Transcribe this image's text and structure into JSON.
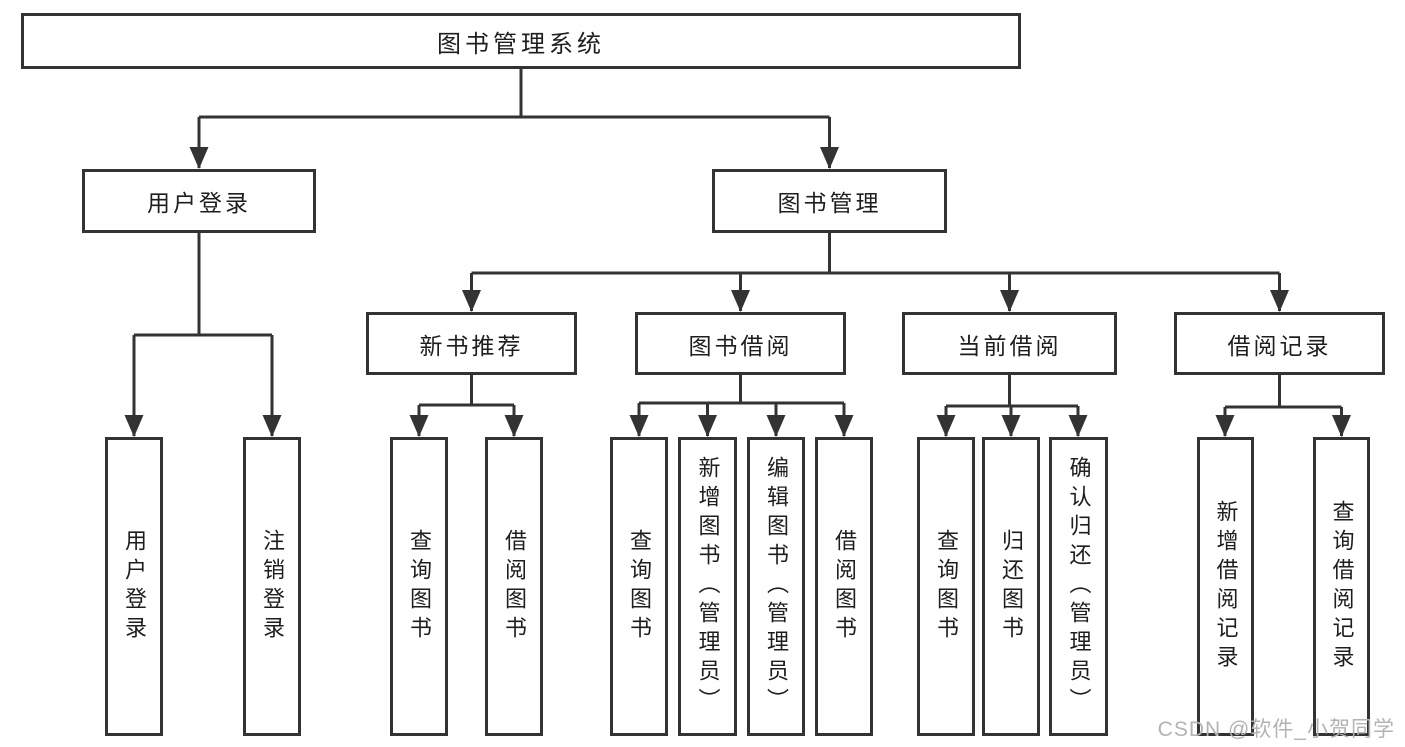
{
  "colors": {
    "box_border": "#333333",
    "connector_line": "#333333",
    "text": "#1e1e1e",
    "watermark_text": "#b3b3b3",
    "background": "#ffffff"
  },
  "watermark": {
    "text": "CSDN @软件_小贺同学"
  },
  "tree": {
    "root": {
      "label": "图书管理系统"
    },
    "branches": [
      {
        "label": "用户登录",
        "children": [
          {
            "label": "用户登录"
          },
          {
            "label": "注销登录"
          }
        ]
      },
      {
        "label": "图书管理",
        "children": [
          {
            "label": "新书推荐",
            "children": [
              {
                "label": "查询图书"
              },
              {
                "label": "借阅图书"
              }
            ]
          },
          {
            "label": "图书借阅",
            "children": [
              {
                "label": "查询图书"
              },
              {
                "label": "新增图书（管理员）"
              },
              {
                "label": "编辑图书（管理员）"
              },
              {
                "label": "借阅图书"
              }
            ]
          },
          {
            "label": "当前借阅",
            "children": [
              {
                "label": "查询图书"
              },
              {
                "label": "归还图书"
              },
              {
                "label": "确认归还（管理员）"
              }
            ]
          },
          {
            "label": "借阅记录",
            "children": [
              {
                "label": "新增借阅记录"
              },
              {
                "label": "查询借阅记录"
              }
            ]
          }
        ]
      }
    ]
  }
}
